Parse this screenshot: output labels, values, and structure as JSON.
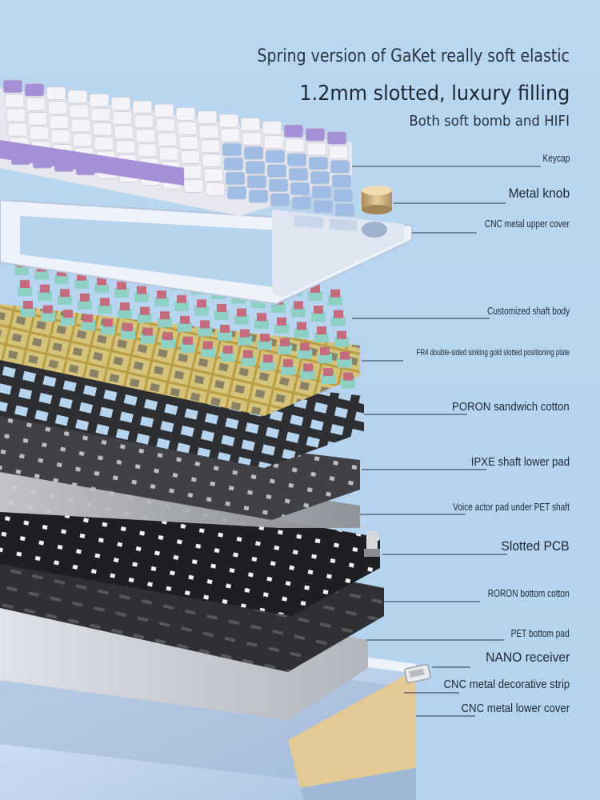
{
  "headline": {
    "line1": "Spring version of GaKet really soft elastic",
    "line2": "1.2mm slotted, luxury filling",
    "line3": "Both soft bomb and HIFI"
  },
  "components": [
    {
      "label": "Keycap"
    },
    {
      "label": "Metal knob"
    },
    {
      "label": "CNC metal upper cover"
    },
    {
      "label": "Customized shaft body"
    },
    {
      "label": "FR4 double-sided sinking gold slotted positioning plate"
    },
    {
      "label": "PORON sandwich cotton"
    },
    {
      "label": "IPXE shaft lower pad"
    },
    {
      "label": "Voice actor pad under PET shaft"
    },
    {
      "label": "Slotted PCB"
    },
    {
      "label": "RORON bottom cotton"
    },
    {
      "label": "PET bottom pad"
    },
    {
      "label": "NANO receiver"
    },
    {
      "label": "CNC metal decorative strip"
    },
    {
      "label": "CNC metal lower cover"
    }
  ],
  "colors": {
    "background": "#b9d7f0",
    "keycap_white": "#f4f4f8",
    "keycap_purple": "#a58fd6",
    "keycap_blue": "#9fbde4",
    "switch_pink": "#c46b7e",
    "switch_mint": "#8fd0c4",
    "plate_gold": "#c9b46a",
    "foam_dark": "#3a3a3e",
    "pad_grey": "#9ea0a6",
    "pcb_black": "#202024",
    "case_blue": "#c9dcf2",
    "strip_gold": "#e2c996"
  }
}
